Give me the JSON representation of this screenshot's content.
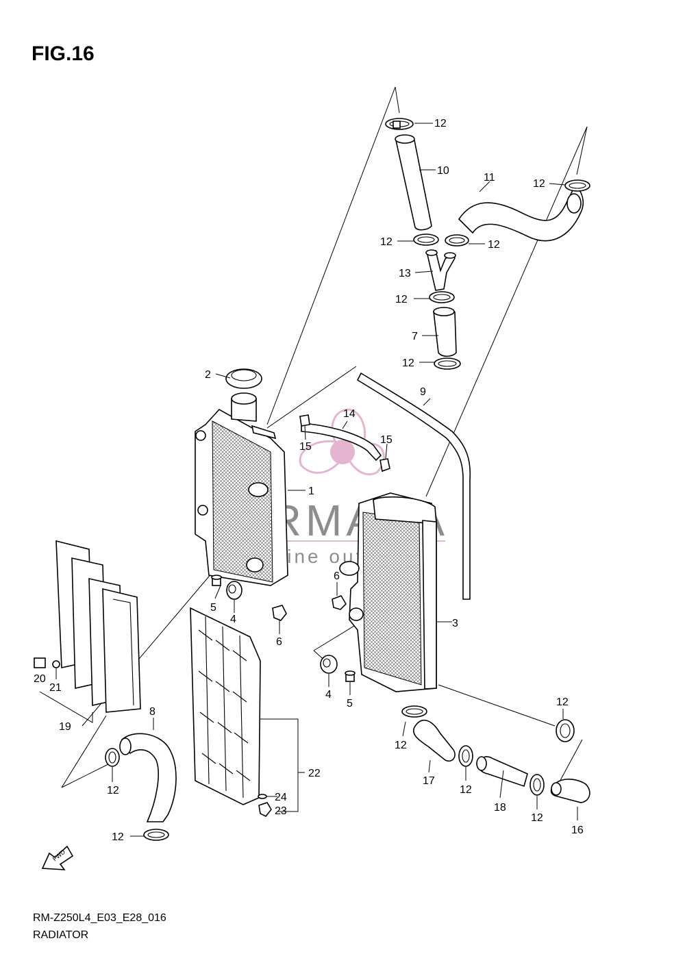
{
  "figure": {
    "title": "FIG.16"
  },
  "footer": {
    "code": "RM-Z250L4_E03_E28_016",
    "name": "RADIATOR"
  },
  "watermark": {
    "brand": "ARMADA",
    "tagline": "marine outboards",
    "color": "#e0a8c8"
  },
  "fwd_label": "FWD",
  "callouts": [
    {
      "id": "c12a",
      "text": "12"
    },
    {
      "id": "c10",
      "text": "10"
    },
    {
      "id": "c11",
      "text": "11"
    },
    {
      "id": "c12b",
      "text": "12"
    },
    {
      "id": "c12c",
      "text": "12"
    },
    {
      "id": "c12d",
      "text": "12"
    },
    {
      "id": "c13",
      "text": "13"
    },
    {
      "id": "c12e",
      "text": "12"
    },
    {
      "id": "c7",
      "text": "7"
    },
    {
      "id": "c12f",
      "text": "12"
    },
    {
      "id": "c2",
      "text": "2"
    },
    {
      "id": "c9",
      "text": "9"
    },
    {
      "id": "c14",
      "text": "14"
    },
    {
      "id": "c15a",
      "text": "15"
    },
    {
      "id": "c15b",
      "text": "15"
    },
    {
      "id": "c1",
      "text": "1"
    },
    {
      "id": "c6a",
      "text": "6"
    },
    {
      "id": "c5a",
      "text": "5"
    },
    {
      "id": "c4a",
      "text": "4"
    },
    {
      "id": "c6b",
      "text": "6"
    },
    {
      "id": "c3",
      "text": "3"
    },
    {
      "id": "c20",
      "text": "20"
    },
    {
      "id": "c21",
      "text": "21"
    },
    {
      "id": "c19",
      "text": "19"
    },
    {
      "id": "c4b",
      "text": "4"
    },
    {
      "id": "c5b",
      "text": "5"
    },
    {
      "id": "c8",
      "text": "8"
    },
    {
      "id": "c12g",
      "text": "12"
    },
    {
      "id": "c12h",
      "text": "12"
    },
    {
      "id": "c22",
      "text": "22"
    },
    {
      "id": "c24",
      "text": "24"
    },
    {
      "id": "c23",
      "text": "23"
    },
    {
      "id": "c12i",
      "text": "12"
    },
    {
      "id": "c17",
      "text": "17"
    },
    {
      "id": "c12j",
      "text": "12"
    },
    {
      "id": "c18",
      "text": "18"
    },
    {
      "id": "c12k",
      "text": "12"
    },
    {
      "id": "c12l",
      "text": "12"
    },
    {
      "id": "c16",
      "text": "16"
    }
  ]
}
